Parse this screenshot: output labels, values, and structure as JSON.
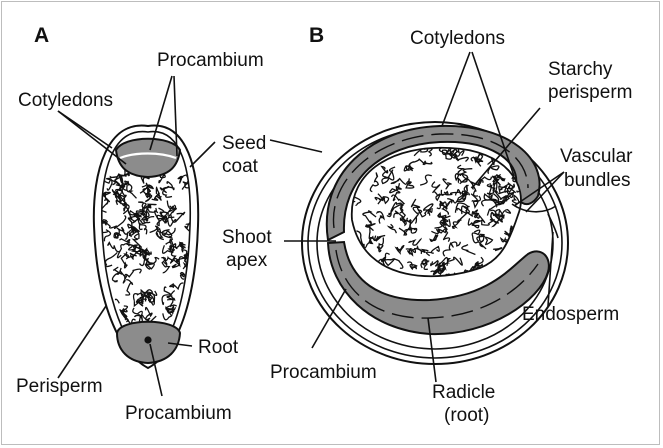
{
  "colors": {
    "stroke": "#111111",
    "tissue_fill": "#8c8c8c",
    "background": "#ffffff"
  },
  "panels": {
    "a": {
      "letter": "A",
      "labels": {
        "procambium_top": "Procambium",
        "cotyledons": "Cotyledons",
        "seed_coat_1": "Seed",
        "seed_coat_2": "coat",
        "root": "Root",
        "perisperm": "Perisperm",
        "procambium_bottom": "Procambium"
      }
    },
    "b": {
      "letter": "B",
      "labels": {
        "cotyledons": "Cotyledons",
        "starchy_1": "Starchy",
        "starchy_2": "perisperm",
        "vascular_1": "Vascular",
        "vascular_2": "bundles",
        "shoot_1": "Shoot",
        "shoot_2": "apex",
        "endosperm": "Endosperm",
        "procambium": "Procambium",
        "radicle_1": "Radicle",
        "radicle_2": "(root)"
      }
    }
  }
}
